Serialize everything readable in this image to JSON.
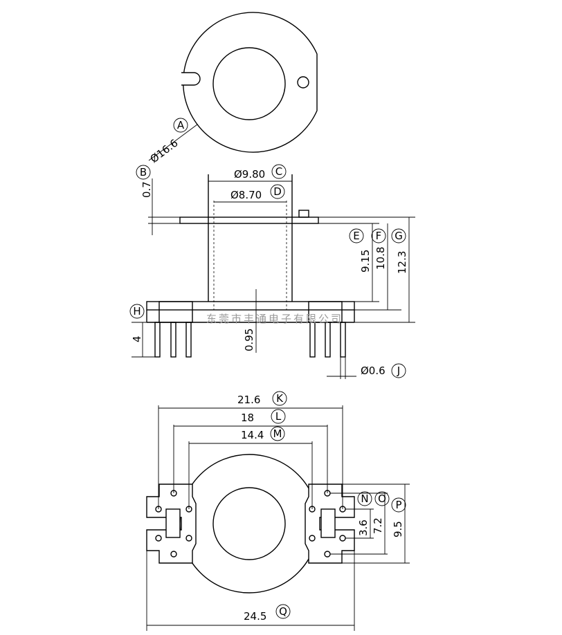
{
  "dimensions": {
    "A": "Ø16.6",
    "B": "0.7",
    "C": "Ø9.80",
    "D": "Ø8.70",
    "E": "9.15",
    "F": "10.8",
    "G": "12.3",
    "H": "4",
    "I": "0.95",
    "J": "Ø0.6",
    "K": "21.6",
    "L": "18",
    "M": "14.4",
    "N": "3.6",
    "O": "7.2",
    "P": "9.5",
    "Q": "24.5"
  },
  "letters": [
    "A",
    "B",
    "C",
    "D",
    "E",
    "F",
    "G",
    "H",
    "J",
    "K",
    "L",
    "M",
    "N",
    "O",
    "P",
    "Q"
  ],
  "watermark": "东莞市丰通电子有限公司"
}
